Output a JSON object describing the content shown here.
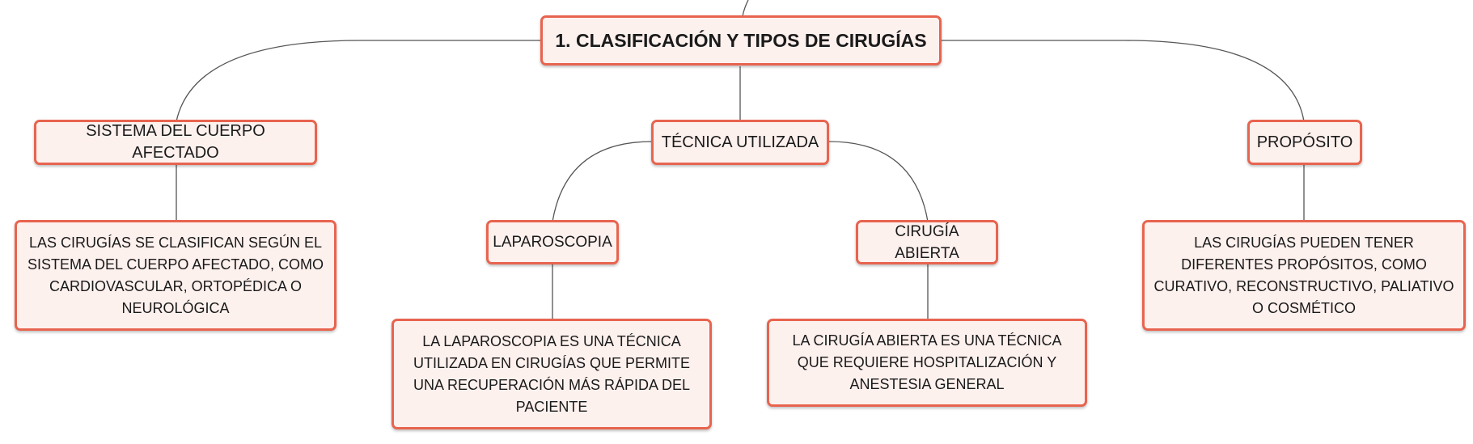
{
  "diagram": {
    "root": "1. CLASIFICACIÓN Y TIPOS DE CIRUGÍAS",
    "branches": {
      "sistema": {
        "label": "SISTEMA DEL CUERPO AFECTADO",
        "detail": "LAS CIRUGÍAS SE CLASIFICAN SEGÚN EL SISTEMA DEL CUERPO AFECTADO, COMO CARDIOVASCULAR, ORTOPÉDICA O NEUROLÓGICA"
      },
      "tecnica": {
        "label": "TÉCNICA UTILIZADA",
        "laparoscopia": {
          "label": "LAPAROSCOPIA",
          "detail": "LA LAPAROSCOPIA ES UNA TÉCNICA UTILIZADA EN CIRUGÍAS QUE PERMITE UNA RECUPERACIÓN MÁS RÁPIDA DEL PACIENTE"
        },
        "abierta": {
          "label": "CIRUGÍA ABIERTA",
          "detail": "LA CIRUGÍA ABIERTA ES UNA TÉCNICA QUE REQUIERE HOSPITALIZACIÓN Y ANESTESIA GENERAL"
        }
      },
      "proposito": {
        "label": "PROPÓSITO",
        "detail": "LAS CIRUGÍAS PUEDEN TENER DIFERENTES PROPÓSITOS, COMO CURATIVO, RECONSTRUCTIVO, PALIATIVO O COSMÉTICO"
      }
    }
  },
  "colors": {
    "node_fill": "#fdf1ee",
    "node_border": "#e8644f",
    "connector": "#555555"
  }
}
